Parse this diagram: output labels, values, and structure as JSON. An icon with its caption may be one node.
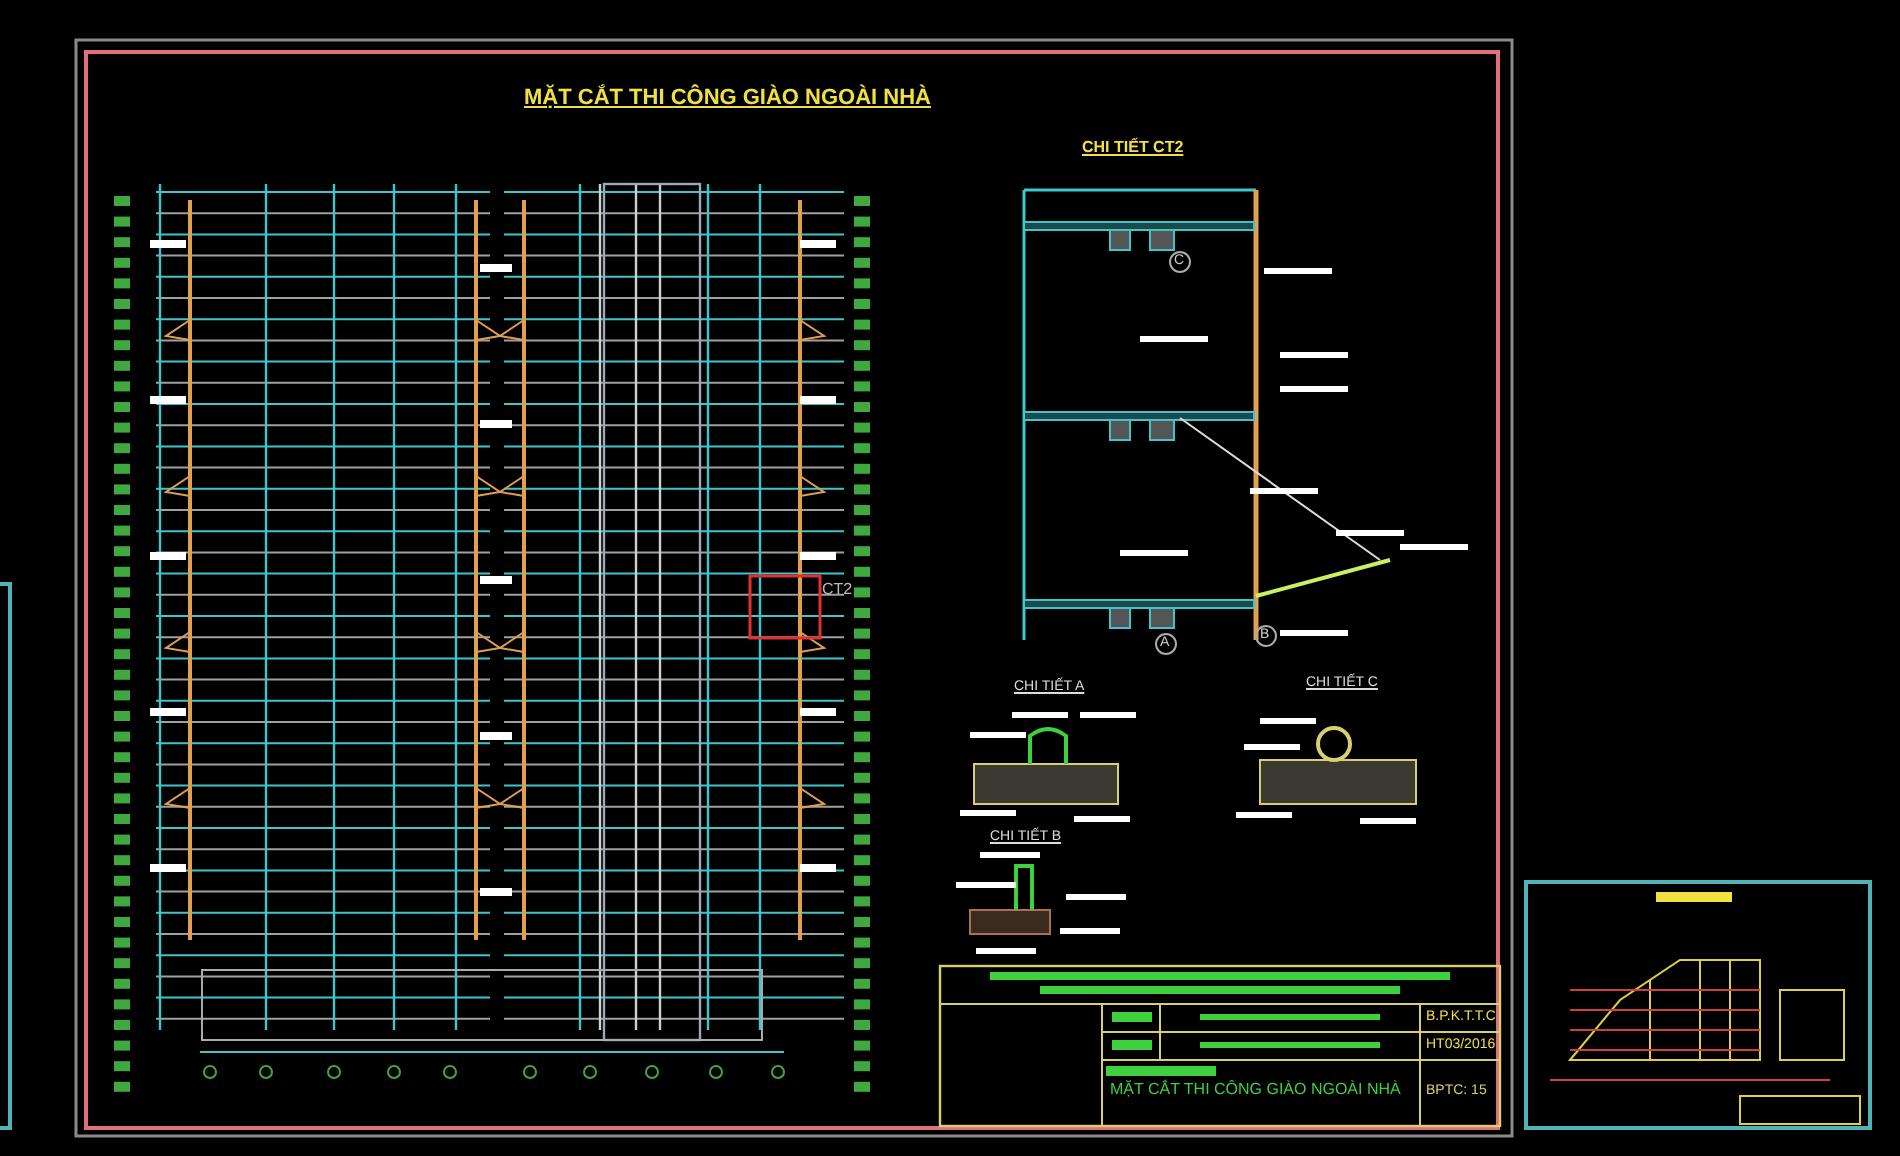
{
  "diagram": {
    "title": "MẶT CẮT THI CÔNG GIÀO NGOÀI NHÀ",
    "labels": [
      "CHI TIẾT CT2",
      "C",
      "CT2",
      "A",
      "B",
      "CHI TIẾT A",
      "CHI TIẾT C",
      "CHI TIẾT B",
      "B.P.K.T.T.C",
      "HT03/2016",
      "MẶT CẮT THI CÔNG GIÀO NGOÀI NHÀ",
      "BPTC: 15"
    ]
  }
}
